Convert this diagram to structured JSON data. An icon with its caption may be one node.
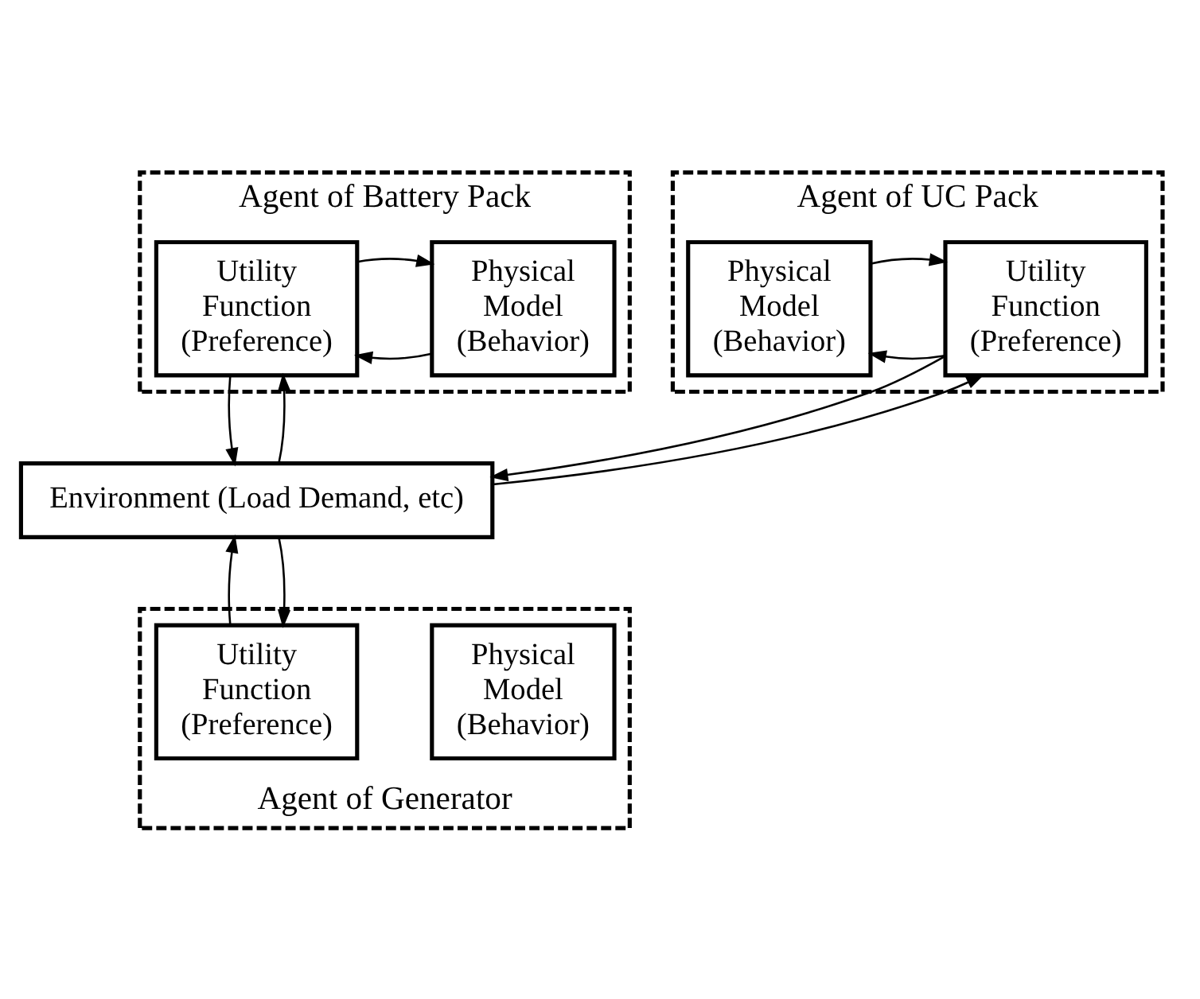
{
  "diagram": {
    "nodes": [
      {
        "text": [
          "Agent of Battery Pack"
        ]
      },
      {
        "text": [
          "Physical Model (Behavior)"
        ],
        "in": 0
      },
      {
        "text": [
          "Utility Function (Preference)"
        ],
        "in": 0
      },
      {
        "text": [
          "Agent of UC Pack"
        ]
      },
      {
        "text": [
          "Utility Function (Preference)"
        ],
        "in": 3
      },
      {
        "text": [
          "Physical Model (Behavior)"
        ],
        "in": 3
      },
      {
        "text": [
          "Environment (Load Demand, etc)"
        ]
      },
      {
        "text": [
          "Agent of Generator"
        ]
      },
      {
        "text": [
          "Physical Model (Behavior)"
        ],
        "in": 7
      },
      {
        "text": [
          "Utility Function (Preference)"
        ],
        "in": 7
      }
    ],
    "edges": [
      {
        "from": 1,
        "to": 2,
        "arrow": "to"
      },
      {
        "from": 2,
        "to": 1,
        "arrow": "to"
      },
      {
        "from": 4,
        "to": 5,
        "arrow": "to"
      },
      {
        "from": 5,
        "to": 4,
        "arrow": "to"
      },
      {
        "from": 6,
        "to": 2,
        "arrow": "to"
      },
      {
        "from": 2,
        "to": 6,
        "arrow": "to"
      },
      {
        "from": 6,
        "to": 4,
        "arrow": "to"
      },
      {
        "from": 4,
        "to": 6,
        "arrow": "to"
      },
      {
        "from": 9,
        "to": 6,
        "arrow": "to"
      },
      {
        "from": 6,
        "to": 9,
        "arrow": "to"
      }
    ]
  }
}
